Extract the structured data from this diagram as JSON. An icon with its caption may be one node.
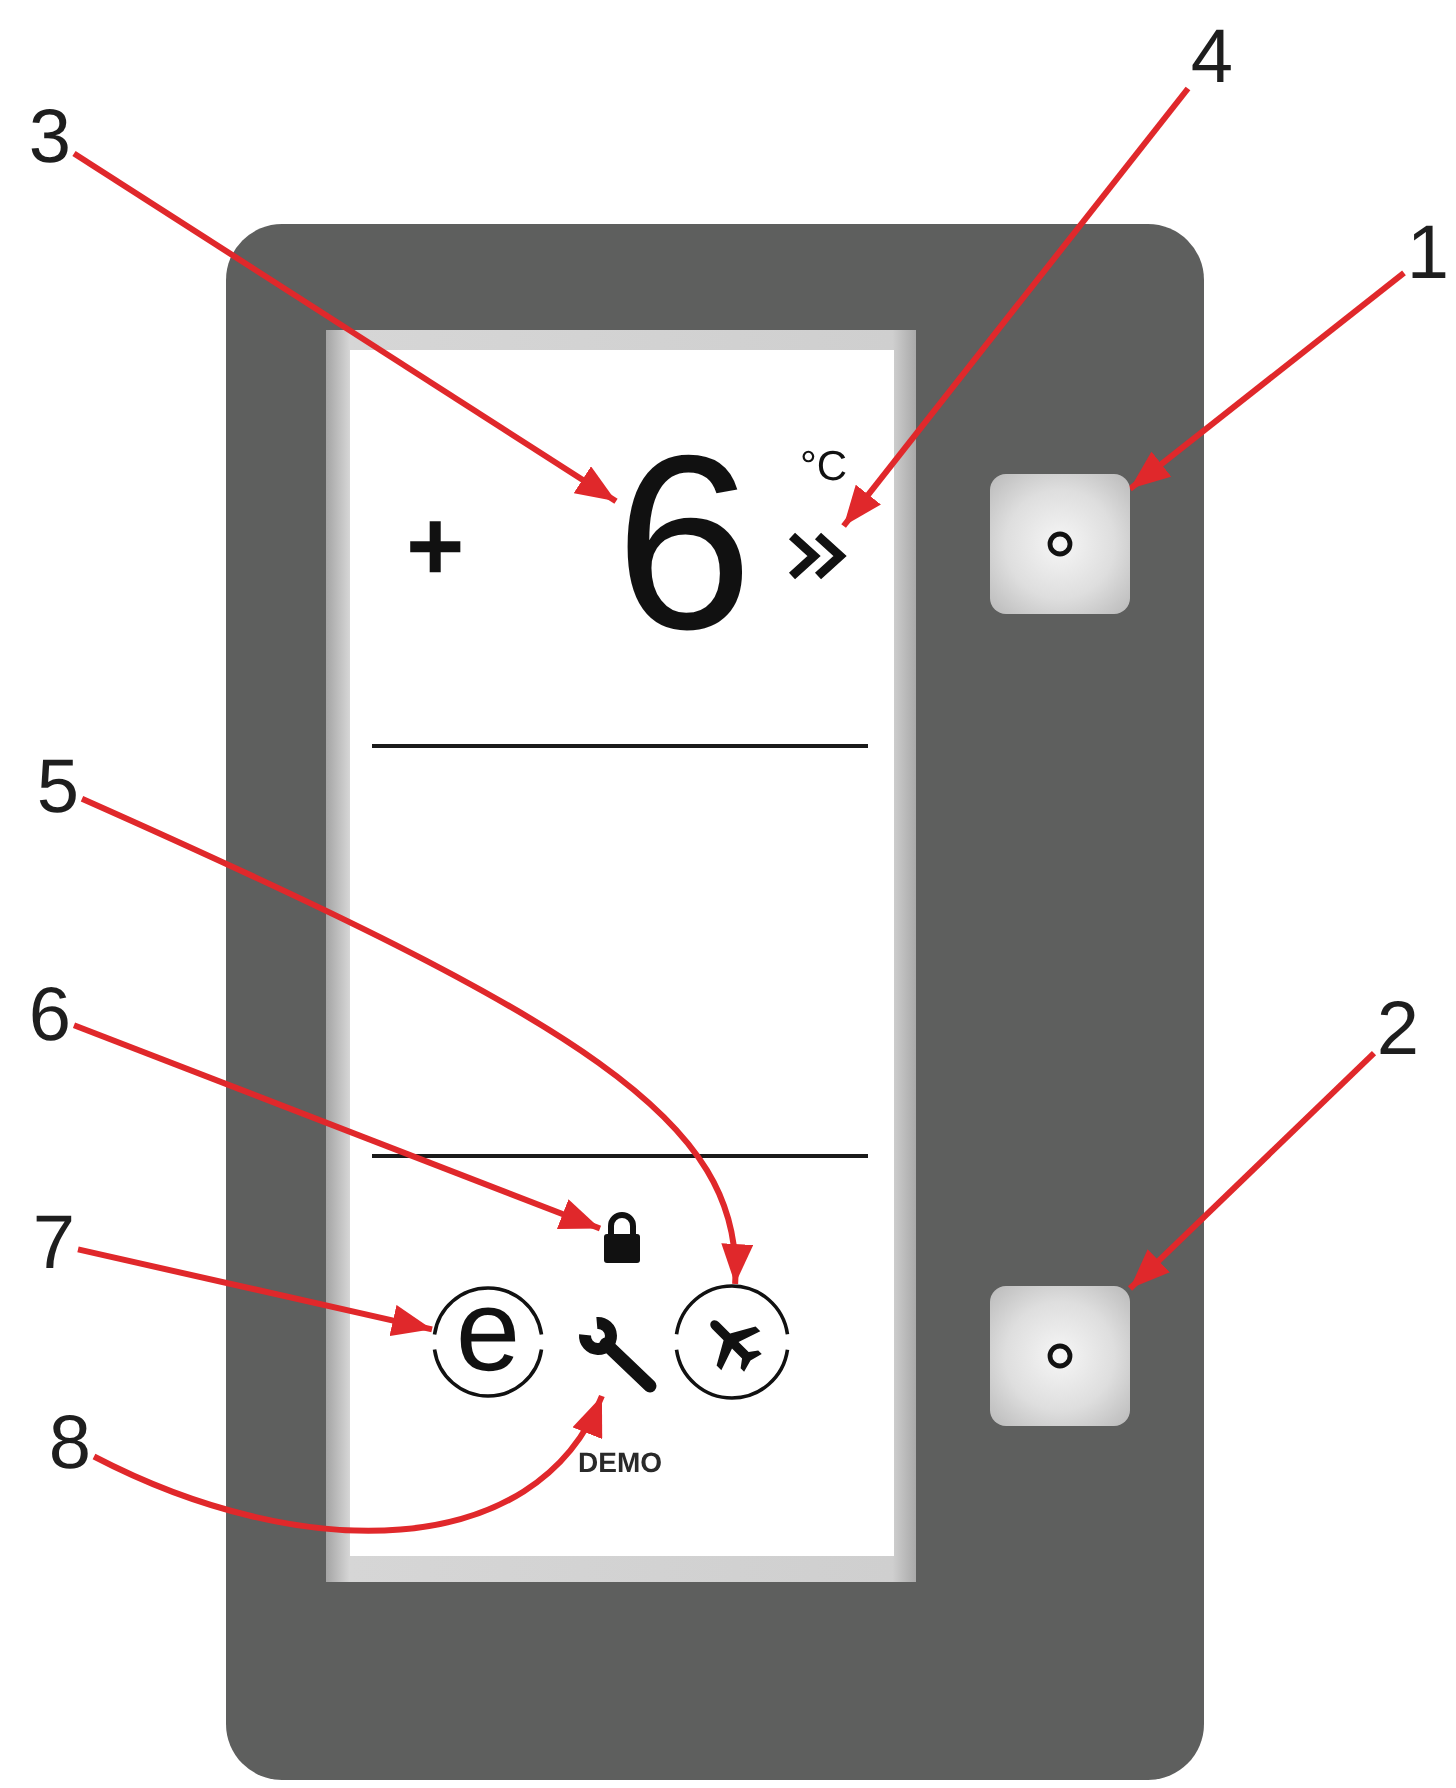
{
  "diagram": {
    "nodes": [
      {
        "text": [
          "1"
        ]
      },
      {
        "text": [
          "2"
        ]
      },
      {
        "text": [
          "3"
        ]
      },
      {
        "text": [
          "4"
        ]
      },
      {
        "text": [
          "5"
        ]
      },
      {
        "text": [
          "6"
        ]
      },
      {
        "text": [
          "7"
        ]
      },
      {
        "text": [
          "8"
        ]
      },
      {
        "text": [],
        "shape": "button"
      },
      {
        "text": [],
        "shape": "button"
      },
      {
        "text": [
          "6"
        ]
      },
      {
        "text": [],
        "shape": "picture"
      },
      {
        "text": [],
        "shape": "picture"
      },
      {
        "text": [],
        "shape": "lock"
      },
      {
        "text": [
          "e"
        ]
      },
      {
        "text": [],
        "shape": "picture",
        "beside": [
          "DEMO"
        ]
      }
    ],
    "edges": [
      {
        "from": 0,
        "to": 8,
        "arrow": "to"
      },
      {
        "from": 1,
        "to": 9,
        "arrow": "to"
      },
      {
        "from": 2,
        "to": 10,
        "arrow": "to"
      },
      {
        "from": 3,
        "to": 11,
        "arrow": "to"
      },
      {
        "from": 4,
        "to": 12,
        "arrow": "to"
      },
      {
        "from": 5,
        "to": 13,
        "arrow": "to"
      },
      {
        "from": 6,
        "to": 14,
        "arrow": "to"
      },
      {
        "from": 7,
        "to": 15,
        "arrow": "to"
      }
    ],
    "labels": [
      "°C",
      "+"
    ]
  }
}
